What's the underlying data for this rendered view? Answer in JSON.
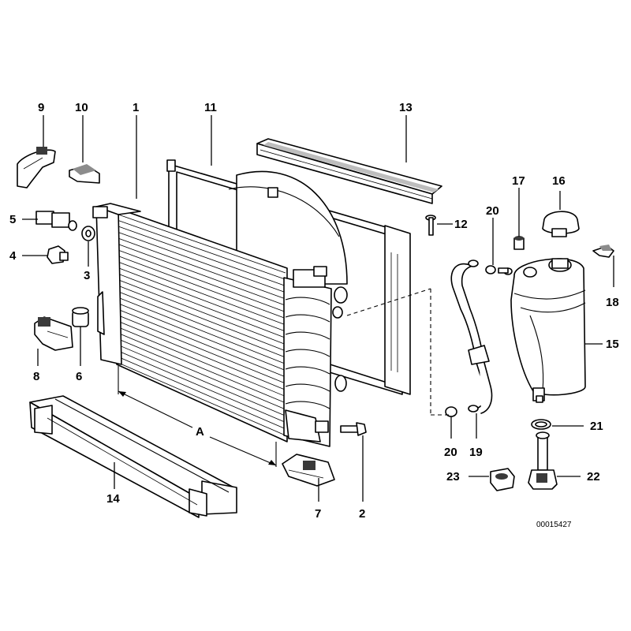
{
  "diagram": {
    "dimension_label": "A",
    "reference_code": "00015427",
    "callouts": {
      "c1": "1",
      "c2": "2",
      "c3": "3",
      "c4": "4",
      "c5": "5",
      "c6": "6",
      "c7": "7",
      "c8": "8",
      "c9": "9",
      "c10": "10",
      "c11": "11",
      "c12": "12",
      "c13": "13",
      "c14": "14",
      "c15": "15",
      "c16": "16",
      "c17": "17",
      "c18": "18",
      "c19": "19",
      "c20a": "20",
      "c20b": "20",
      "c21": "21",
      "c22": "22",
      "c23": "23"
    }
  }
}
